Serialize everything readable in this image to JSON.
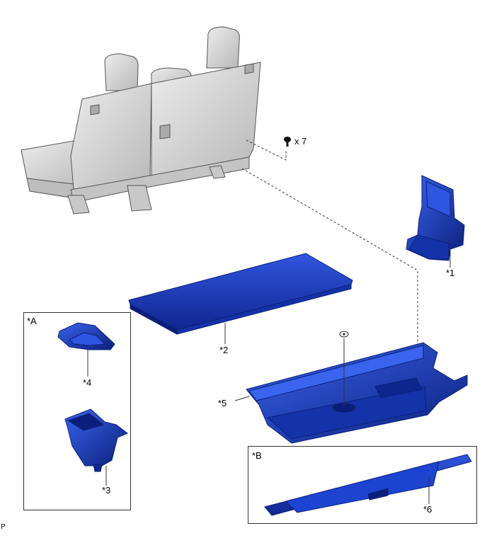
{
  "labels": {
    "clip_qty": "x 7",
    "part1": "*1",
    "part2": "*2",
    "part3": "*3",
    "part4": "*4",
    "part5": "*5",
    "part6": "*6",
    "group_a": "*A",
    "group_b": "*B",
    "corner": "P"
  },
  "colors": {
    "part_fill": "#1a3fc4",
    "part_dark": "#0b1f7a",
    "part_light": "#3a64ee",
    "seat_fill": "#d8d8d8",
    "seat_stroke": "#555555"
  }
}
